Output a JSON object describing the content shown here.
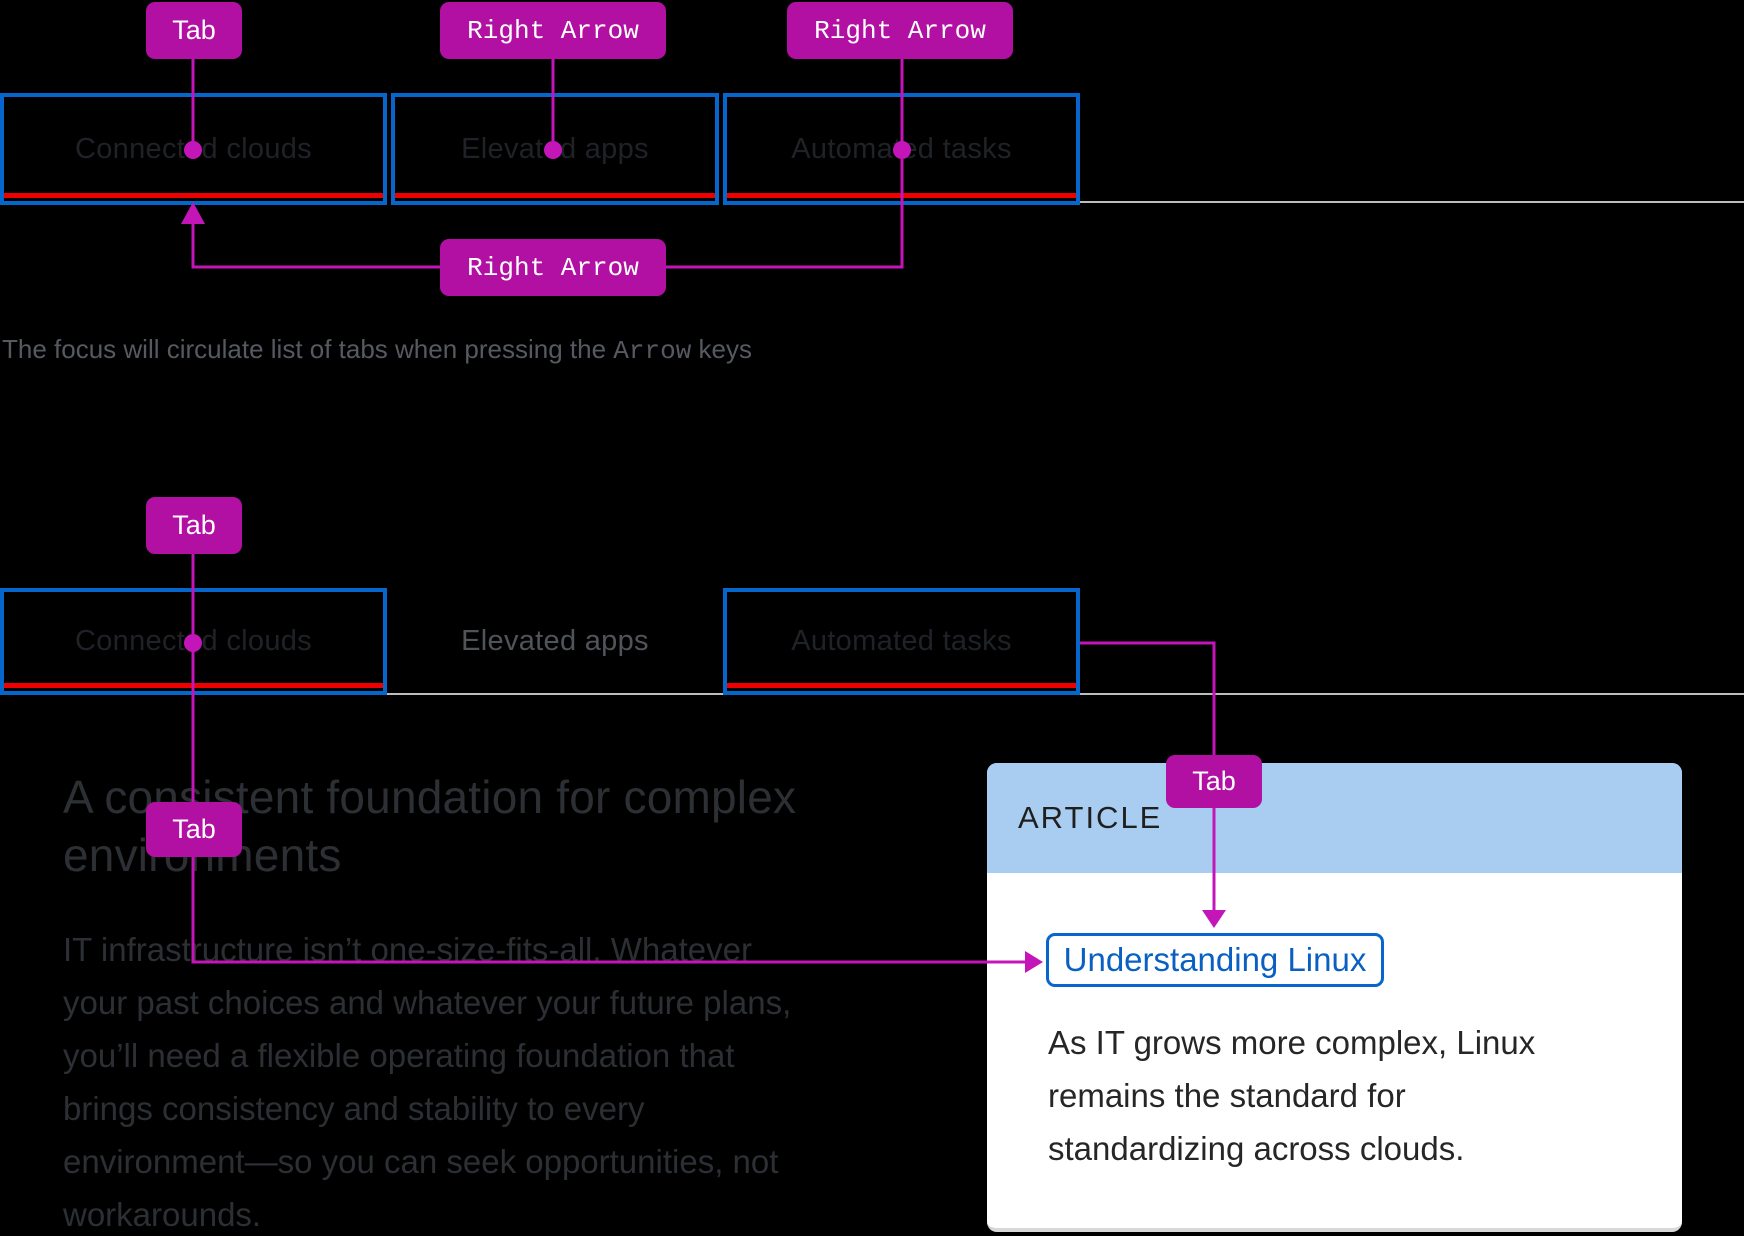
{
  "keys": {
    "tab": "Tab",
    "right_arrow": "Right Arrow"
  },
  "tabs": [
    "Connected clouds",
    "Elevated apps",
    "Automated tasks"
  ],
  "caption": {
    "prefix": "The focus will circulate list of tabs when pressing the ",
    "keyword": "Arrow",
    "suffix": " keys"
  },
  "page": {
    "heading_lines": [
      "A consistent foundation for complex",
      "environments"
    ],
    "body_lines": [
      "IT infrastructure isn’t one-size-fits-all. Whatever",
      "your past choices and whatever your future plans,",
      "you’ll need a flexible operating foundation that",
      "brings consistency and stability to every",
      "environment—so you can seek opportunities, not",
      "workarounds."
    ]
  },
  "card": {
    "header": "ARTICLE",
    "link": "Understanding Linux",
    "body_lines": [
      "As IT grows more complex, Linux",
      "remains the standard for",
      "standardizing across clouds."
    ]
  },
  "colors": {
    "accent_magenta": "#B110A3",
    "line_magenta": "#C415B9",
    "focus_blue": "#0666CC",
    "underline_red": "#EE0000",
    "header_blue": "#A9CDF1",
    "baseline_gray": "#BABEC1",
    "link_blue": "#0A60C2"
  }
}
